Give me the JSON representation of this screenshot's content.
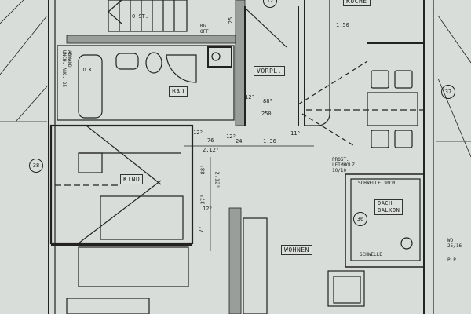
{
  "drawing": {
    "type": "architectural floor plan",
    "rooms": [
      {
        "id": "kueche",
        "label": "KÜCHE"
      },
      {
        "id": "vorpl",
        "label": "VORPL."
      },
      {
        "id": "bad",
        "label": "BAD"
      },
      {
        "id": "kind",
        "label": "KIND"
      },
      {
        "id": "wohnen",
        "label": "WOHNEN"
      },
      {
        "id": "dachbalkon",
        "label": "DACH-\nBALKON"
      }
    ],
    "dimensions": {
      "kueche_width": "1.50",
      "vorpl_door": "88⁵",
      "vorpl_width": "250",
      "vorpl_offset": "12⁵",
      "corr_a": "12⁵",
      "corr_b": "76",
      "corr_c": "2.12⁵",
      "corr_d": "12⁵",
      "corr_e": "24",
      "corr_f": "1.36",
      "corr_g": "11⁵",
      "kind_door": "88⁵",
      "kind_h": "2.12⁵",
      "kind_j": "37⁵",
      "kind_k": "12⁵",
      "kind_l": "7⁵",
      "stair_right": "25"
    },
    "annotations": {
      "stair": "0 ST.",
      "bath_tub": "D.K.",
      "bath_side": "ABWAND\nUNCH. ANG. 25",
      "chimney": "RG.\nOFF.",
      "dach_post": "PROST.\nLEIMHOLZ\n10/10",
      "schwelle_top": "SCHWELLE 30CM",
      "schwelle_bottom": "SCHWELLE",
      "wd": "WD\n25/16",
      "pp": "P.P."
    },
    "markers": [
      {
        "id": "m12",
        "label": "12"
      },
      {
        "id": "m37",
        "label": "37"
      },
      {
        "id": "m38",
        "label": "38"
      },
      {
        "id": "m36",
        "label": "36"
      }
    ],
    "colors": {
      "paper": "#d9ddd9",
      "ink": "#222222",
      "hatch": "#9a9e9a"
    }
  }
}
